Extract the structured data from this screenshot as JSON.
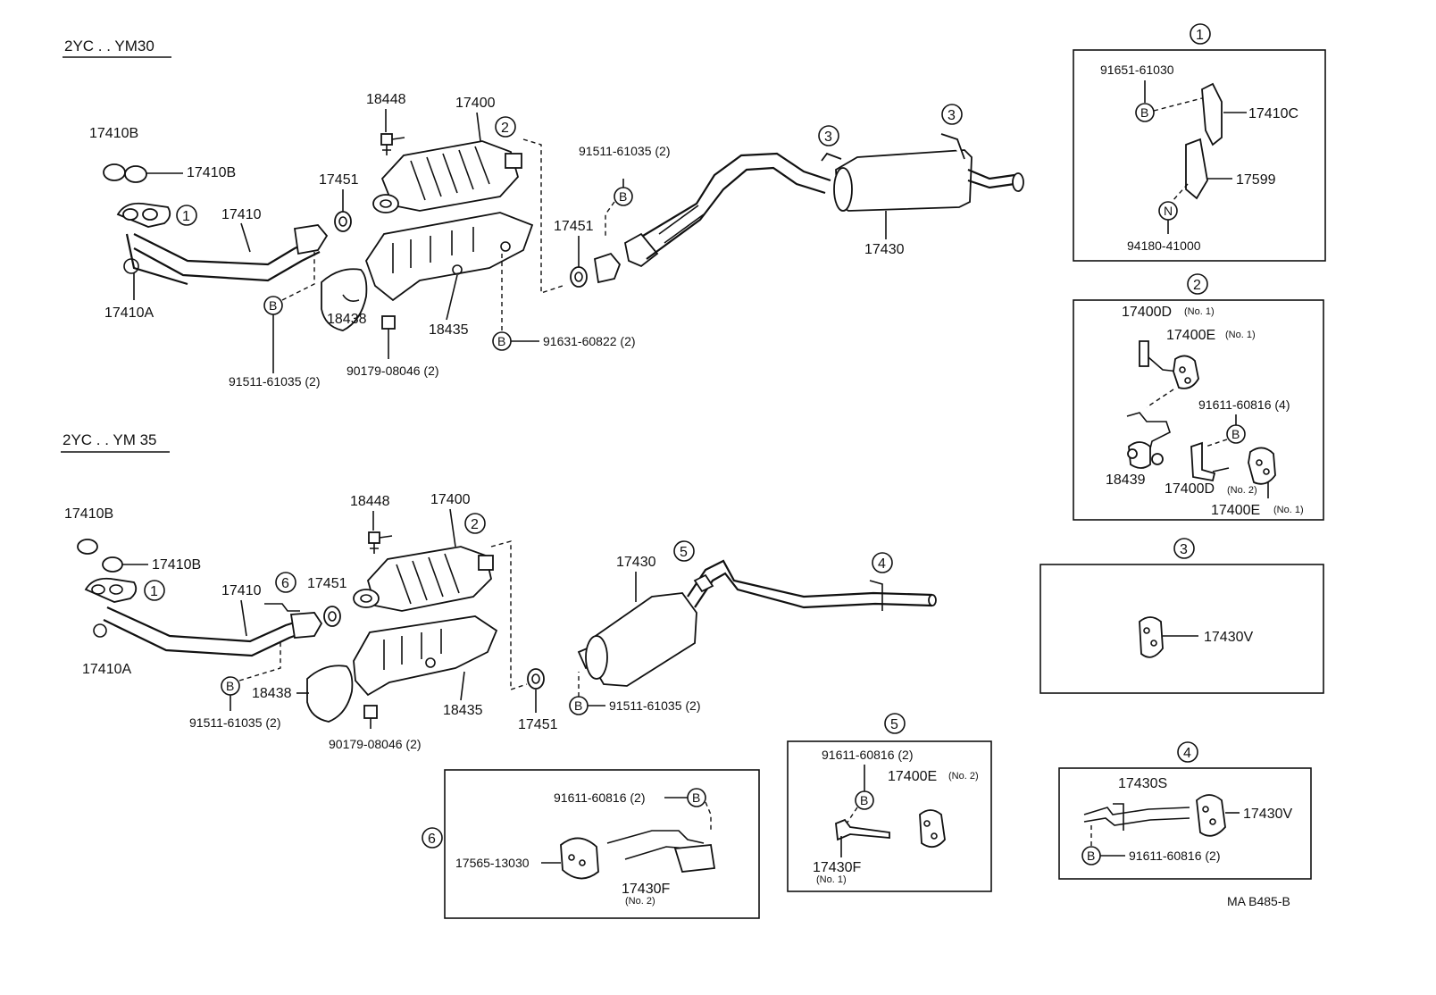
{
  "sections": {
    "ym30_title": "2YC . . YM30",
    "ym35_title": "2YC . . YM 35"
  },
  "ym30": {
    "p17410B_a": "17410B",
    "p17410B_b": "17410B",
    "p17410": "17410",
    "p17410A": "17410A",
    "p18448": "18448",
    "p17400": "17400",
    "p17451_a": "17451",
    "p17451_b": "17451",
    "p18438": "18438",
    "p18435": "18435",
    "p91511_a": "91511-61035 (2)",
    "p91511_b": "91511-61035 (2)",
    "p90179": "90179-08046 (2)",
    "p91631": "91631-60822 (2)",
    "p17430": "17430"
  },
  "ym35": {
    "p17410B_a": "17410B",
    "p17410B_b": "17410B",
    "p17410": "17410",
    "p17410A": "17410A",
    "p18448": "18448",
    "p17400": "17400",
    "p17451_a": "17451",
    "p17451_b": "17451",
    "p18438": "18438",
    "p18435": "18435",
    "p91511_a": "91511-61035 (2)",
    "p91511_b": "91511-61035 (2)",
    "p90179": "90179-08046 (2)",
    "p17430": "17430"
  },
  "detail1": {
    "num": "1",
    "p91651": "91651-61030",
    "p17410C": "17410C",
    "p17599": "17599",
    "p94180": "94180-41000"
  },
  "detail2": {
    "num": "2",
    "p17400D_1": "17400D",
    "p17400D_1_note": "(No. 1)",
    "p17400E_1": "17400E",
    "p17400E_1_note": "(No. 1)",
    "p91611": "91611-60816 (4)",
    "p18439": "18439",
    "p17400D_2": "17400D",
    "p17400D_2_note": "(No. 2)",
    "p17400E_2": "17400E",
    "p17400E_2_note": "(No. 1)"
  },
  "detail3": {
    "num": "3",
    "p17430V": "17430V"
  },
  "detail4": {
    "num": "4",
    "p17430S": "17430S",
    "p17430V": "17430V",
    "p91611": "91611-60816 (2)"
  },
  "detail5": {
    "num": "5",
    "p91611": "91611-60816 (2)",
    "p17400E": "17400E",
    "p17400E_note": "(No. 2)",
    "p17430F": "17430F",
    "p17430F_note": "(No. 1)"
  },
  "detail6": {
    "num": "6",
    "p91611": "91611-60816 (2)",
    "p17565": "17565-13030",
    "p17430F": "17430F",
    "p17430F_note": "(No. 2)"
  },
  "symbols": {
    "B": "B",
    "N": "N",
    "c1": "1",
    "c2": "2",
    "c3": "3",
    "c4": "4",
    "c5": "5",
    "c6": "6"
  },
  "footer_code": "MA B485-B"
}
